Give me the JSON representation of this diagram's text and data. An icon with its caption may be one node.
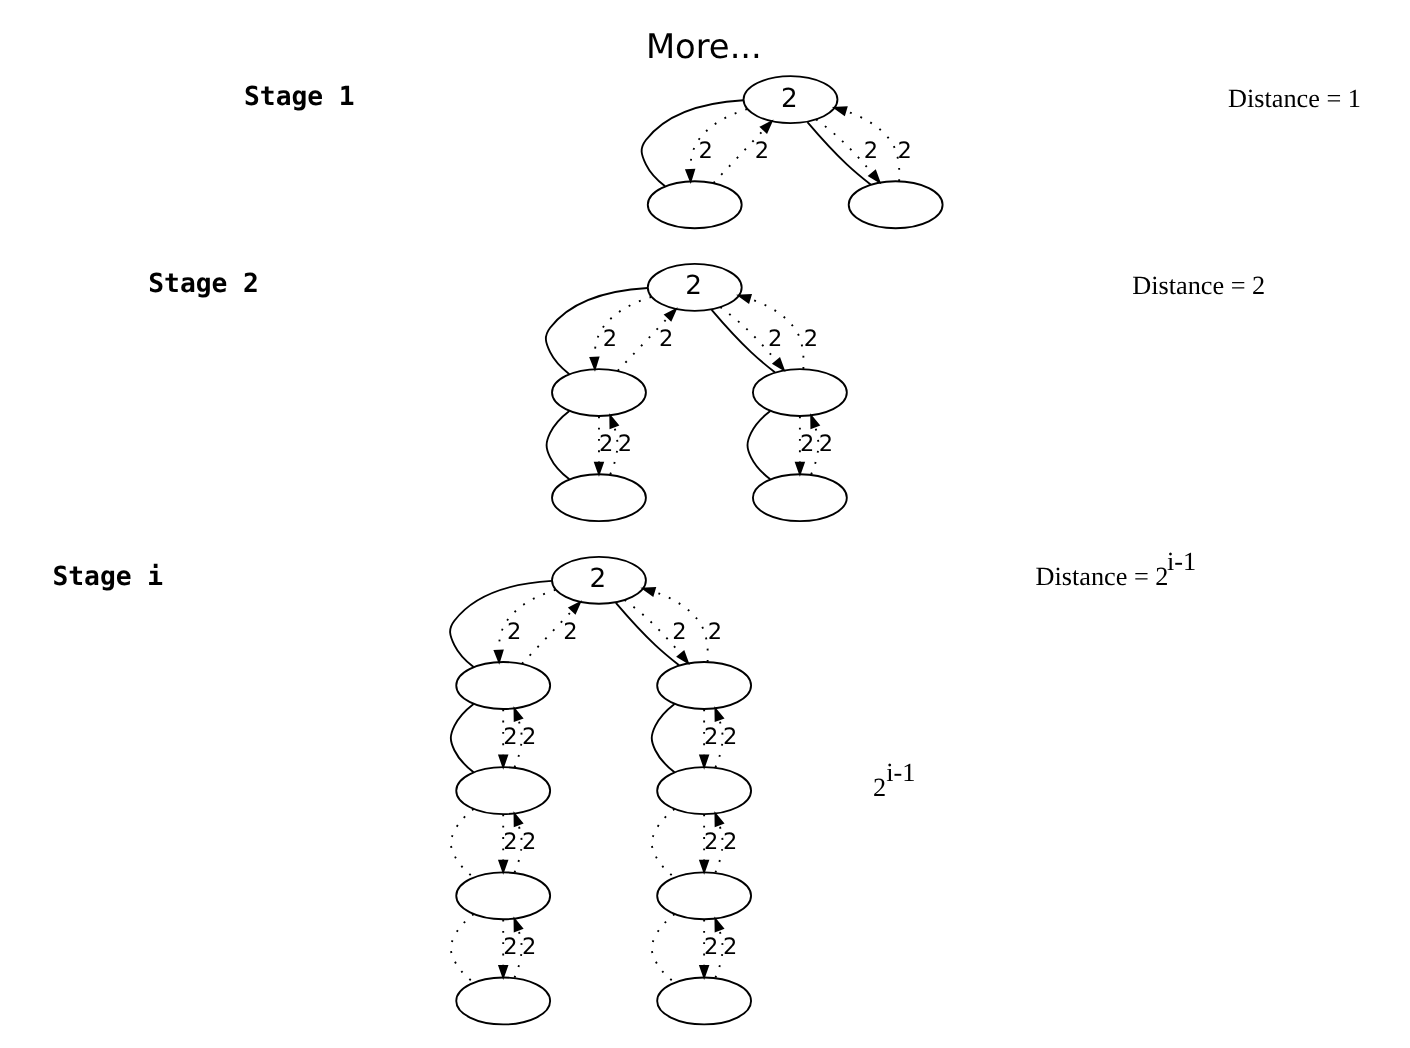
{
  "diagram": {
    "title": "More...",
    "nodes": [
      {
        "text": [
          "2"
        ]
      },
      {
        "text": [],
        "shape": "ellipse"
      },
      {
        "text": [],
        "shape": "ellipse"
      },
      {
        "text": [
          "2"
        ]
      },
      {
        "text": [],
        "shape": "ellipse"
      },
      {
        "text": [],
        "shape": "ellipse"
      },
      {
        "text": [],
        "shape": "ellipse"
      },
      {
        "text": [],
        "shape": "ellipse"
      },
      {
        "text": [
          "2"
        ]
      },
      {
        "text": [],
        "shape": "ellipse"
      },
      {
        "text": [],
        "shape": "ellipse"
      },
      {
        "text": [],
        "shape": "ellipse"
      },
      {
        "text": [],
        "shape": "ellipse"
      },
      {
        "text": [],
        "shape": "ellipse"
      },
      {
        "text": [],
        "shape": "ellipse"
      },
      {
        "text": [],
        "shape": "ellipse"
      },
      {
        "text": [],
        "shape": "ellipse"
      }
    ],
    "edges": [
      {
        "from": 0,
        "to": 1,
        "arrow": "none"
      },
      {
        "from": 0,
        "to": 1,
        "arrow": "to",
        "style": "dashed",
        "label": "2"
      },
      {
        "from": 1,
        "to": 0,
        "arrow": "to",
        "style": "dashed",
        "label": "2"
      },
      {
        "from": 0,
        "to": 2,
        "arrow": "none"
      },
      {
        "from": 0,
        "to": 2,
        "arrow": "to",
        "style": "dashed",
        "label": "2"
      },
      {
        "from": 2,
        "to": 0,
        "arrow": "to",
        "style": "dashed",
        "label": "2"
      },
      {
        "from": 3,
        "to": 4,
        "arrow": "none"
      },
      {
        "from": 3,
        "to": 4,
        "arrow": "to",
        "style": "dashed",
        "label": "2"
      },
      {
        "from": 4,
        "to": 3,
        "arrow": "to",
        "style": "dashed",
        "label": "2"
      },
      {
        "from": 4,
        "to": 5,
        "arrow": "none"
      },
      {
        "from": 4,
        "to": 5,
        "arrow": "to",
        "style": "dashed",
        "label": "2"
      },
      {
        "from": 5,
        "to": 4,
        "arrow": "to",
        "style": "dashed",
        "label": "2"
      },
      {
        "from": 3,
        "to": 6,
        "arrow": "none"
      },
      {
        "from": 3,
        "to": 6,
        "arrow": "to",
        "style": "dashed",
        "label": "2"
      },
      {
        "from": 6,
        "to": 3,
        "arrow": "to",
        "style": "dashed",
        "label": "2"
      },
      {
        "from": 6,
        "to": 7,
        "arrow": "none"
      },
      {
        "from": 6,
        "to": 7,
        "arrow": "to",
        "style": "dashed",
        "label": "2"
      },
      {
        "from": 7,
        "to": 6,
        "arrow": "to",
        "style": "dashed",
        "label": "2"
      },
      {
        "from": 8,
        "to": 9,
        "arrow": "none"
      },
      {
        "from": 8,
        "to": 9,
        "arrow": "to",
        "style": "dashed",
        "label": "2"
      },
      {
        "from": 9,
        "to": 8,
        "arrow": "to",
        "style": "dashed",
        "label": "2"
      },
      {
        "from": 9,
        "to": 10,
        "arrow": "none"
      },
      {
        "from": 9,
        "to": 10,
        "arrow": "to",
        "style": "dashed",
        "label": "2"
      },
      {
        "from": 10,
        "to": 9,
        "arrow": "to",
        "style": "dashed",
        "label": "2"
      },
      {
        "from": 10,
        "to": 11,
        "arrow": "none",
        "style": "dashed"
      },
      {
        "from": 10,
        "to": 11,
        "arrow": "to",
        "style": "dashed",
        "label": "2"
      },
      {
        "from": 11,
        "to": 10,
        "arrow": "to",
        "style": "dashed",
        "label": "2"
      },
      {
        "from": 11,
        "to": 12,
        "arrow": "none",
        "style": "dashed"
      },
      {
        "from": 11,
        "to": 12,
        "arrow": "to",
        "style": "dashed",
        "label": "2"
      },
      {
        "from": 12,
        "to": 11,
        "arrow": "to",
        "style": "dashed",
        "label": "2"
      },
      {
        "from": 8,
        "to": 13,
        "arrow": "none"
      },
      {
        "from": 8,
        "to": 13,
        "arrow": "to",
        "style": "dashed",
        "label": "2"
      },
      {
        "from": 13,
        "to": 8,
        "arrow": "to",
        "style": "dashed",
        "label": "2"
      },
      {
        "from": 13,
        "to": 14,
        "arrow": "none"
      },
      {
        "from": 13,
        "to": 14,
        "arrow": "to",
        "style": "dashed",
        "label": "2"
      },
      {
        "from": 14,
        "to": 13,
        "arrow": "to",
        "style": "dashed",
        "label": "2"
      },
      {
        "from": 14,
        "to": 15,
        "arrow": "none",
        "style": "dashed"
      },
      {
        "from": 14,
        "to": 15,
        "arrow": "to",
        "style": "dashed",
        "label": "2"
      },
      {
        "from": 15,
        "to": 14,
        "arrow": "to",
        "style": "dashed",
        "label": "2"
      },
      {
        "from": 15,
        "to": 16,
        "arrow": "none",
        "style": "dashed"
      },
      {
        "from": 15,
        "to": 16,
        "arrow": "to",
        "style": "dashed",
        "label": "2"
      },
      {
        "from": 16,
        "to": 15,
        "arrow": "to",
        "style": "dashed",
        "label": "2"
      }
    ],
    "labels": [
      "Stage 1",
      "Distance = 1",
      "Stage 2",
      "Distance = 2",
      "Stage i",
      "Distance = 2$^{i-1}$",
      "2$^{i-1}$"
    ]
  }
}
